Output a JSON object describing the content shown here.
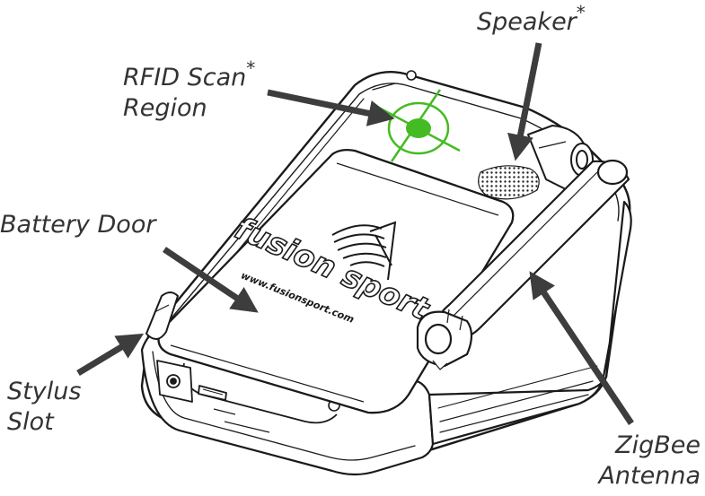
{
  "callouts": {
    "speaker": {
      "text": "Speaker",
      "mark": "*"
    },
    "rfid": {
      "line1": "RFID Scan",
      "line2": "Region",
      "mark": "*"
    },
    "battery": {
      "text": "Battery Door"
    },
    "stylus": {
      "line1": "Stylus",
      "line2": "Slot"
    },
    "zigbee": {
      "line1": "ZigBee",
      "line2": "Antenna"
    }
  },
  "device": {
    "logo_text": "fusion sport",
    "url_text": "www.fusionsport.com"
  },
  "colors": {
    "arrow": "#3d3d3d",
    "outline": "#1a1a1a",
    "rfid_target": "#44bb22",
    "label_text": "#333333"
  },
  "icons": {
    "rfid": "crosshair-target-icon",
    "speaker": "speaker-grille-icon",
    "logo": "fusion-sport-wave-logo"
  }
}
